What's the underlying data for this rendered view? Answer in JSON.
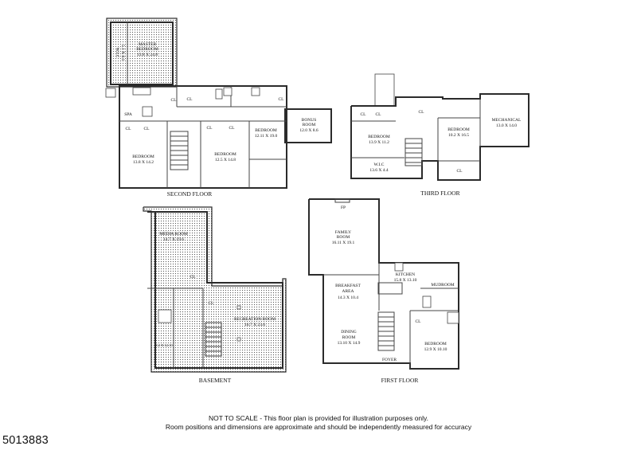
{
  "floors": {
    "second": "SECOND FLOOR",
    "third": "THIRD FLOOR",
    "basement": "BASEMENT",
    "first": "FIRST FLOOR"
  },
  "rooms": {
    "second": {
      "master_name": "MASTER",
      "master_name2": "BEDROOM",
      "master_dim": "13.8 X 24.8",
      "wic": "W.I.C",
      "wic_dim": "5.1 X 8.1",
      "spa": "SPA",
      "bed1_name": "BEDROOM",
      "bed1_dim": "13.8 X 14.2",
      "bed2_name": "BEDROOM",
      "bed2_dim": "12.5 X 14.8",
      "bed3_name": "BEDROOM",
      "bed3_dim": "12.11 X 19.0",
      "bonus_name": "BONUS",
      "bonus_name2": "ROOM",
      "bonus_dim": "12.0 X 8.6",
      "cl": "CL"
    },
    "third": {
      "bed1_name": "BEDROOM",
      "bed1_dim": "13.9 X 11.2",
      "bed2_name": "BEDROOM",
      "bed2_dim": "10.2 X 16.5",
      "mech_name": "MECHANICAL",
      "mech_dim": "13.0 X 14.0",
      "wic": "W.I.C",
      "wic_dim": "13.6 X 4.4",
      "cl": "CL"
    },
    "basement": {
      "media_name": "MEDIA ROOM",
      "media_dim": "14.7 X 19.6",
      "rec_name": "RECREATION ROOM",
      "rec_dim": "16.7 X 23.6",
      "small_dim": "8.2 X 12.10",
      "cl": "CL"
    },
    "first": {
      "fp": "FP",
      "family_name": "FAMILY",
      "family_name2": "ROOM",
      "family_dim": "16.11 X 19.1",
      "kitchen_name": "KITCHEN",
      "kitchen_dim": "15.8 X 13.10",
      "mudroom": "MUDROOM",
      "breakfast_name": "BREAKFAST",
      "breakfast_name2": "AREA",
      "breakfast_dim": "14.3 X 10.4",
      "dining_name": "DINING",
      "dining_name2": "ROOM",
      "dining_dim": "13.10 X 14.9",
      "bed_name": "BEDROOM",
      "bed_dim": "12.9 X 10.10",
      "foyer": "FOYER",
      "cl": "CL"
    }
  },
  "disclaimer": {
    "line1": "NOT TO SCALE - This floor plan is provided for illustration purposes only.",
    "line2": "Room positions and dimensions are approximate and should be independently measured for accuracy"
  },
  "listing_id": "5013883"
}
